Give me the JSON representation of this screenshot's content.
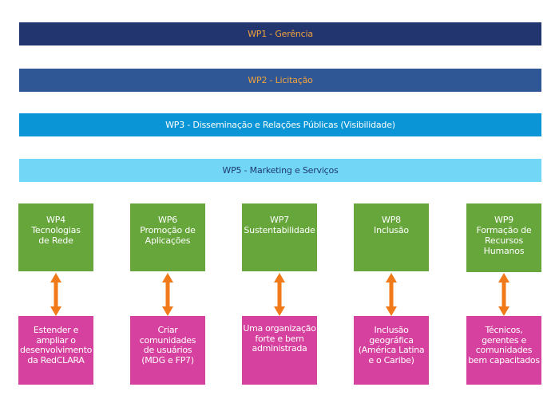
{
  "work_packages_bars": [
    {
      "label": "WP1 - Gerência",
      "color": "#23356f",
      "text_color": "#f0a23c"
    },
    {
      "label": "WP2 - Licitação",
      "color": "#2f5796",
      "text_color": "#f0a23c"
    },
    {
      "label": "WP3 - Disseminação e Relações Públicas (Visibilidade)",
      "color": "#0a95d6",
      "text_color": "#ffffff"
    },
    {
      "label": "WP5 - Marketing e Serviços",
      "color": "#72d6f7",
      "text_color": "#1f3a72"
    }
  ],
  "work_packages_columns": [
    {
      "wp": [
        "WP4",
        "Tecnologias",
        "de Rede"
      ],
      "goal": [
        "Estender e",
        "ampliar o",
        "desenvolvimento",
        "da RedCLARA"
      ]
    },
    {
      "wp": [
        "WP6",
        "Promoção de",
        "Aplicações"
      ],
      "goal": [
        "Criar",
        "comunidades",
        "de usuários",
        "(MDG e FP7)"
      ]
    },
    {
      "wp": [
        "WP7",
        "Sustentabilidade"
      ],
      "goal": [
        "Uma organização",
        "forte e bem",
        "administrada"
      ]
    },
    {
      "wp": [
        "WP8",
        "Inclusão"
      ],
      "goal": [
        "Inclusão",
        "geográfica",
        "(América Latina",
        "e o Caribe)"
      ]
    },
    {
      "wp": [
        "WP9",
        "Formação de",
        "Recursos",
        "Humanos"
      ],
      "goal": [
        "Técnicos,",
        "gerentes e",
        "comunidades",
        "bem capacitados"
      ]
    }
  ],
  "colors": {
    "wp_box": "#66a63a",
    "goal_box": "#d6409e",
    "arrow": "#f07a1a"
  }
}
